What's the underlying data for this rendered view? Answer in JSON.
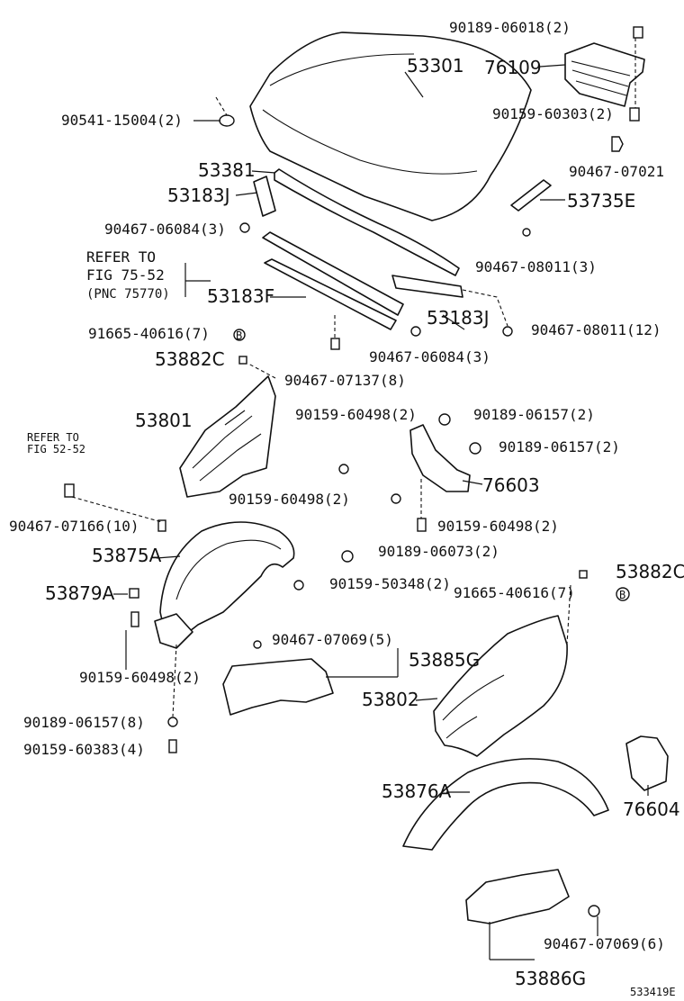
{
  "labels": {
    "p90189_06018": "90189-06018(2)",
    "p53301": "53301",
    "p76109": "76109",
    "p90541": "90541-15004(2)",
    "p90159_60303": "90159-60303(2)",
    "p90467_07021": "90467-07021",
    "p53381": "53381",
    "p53183J_top": "53183J",
    "p53735E": "53735E",
    "p90467_06084_a": "90467-06084(3)",
    "refer1_line1": "REFER TO",
    "refer1_line2": "FIG 75-52",
    "refer1_line3": "(PNC 75770)",
    "p90467_08011_3": "90467-08011(3)",
    "p53183F": "53183F",
    "p53183J_right": "53183J",
    "p91665_a": "91665-40616(7)",
    "p90467_08011_12": "90467-08011(12)",
    "p90467_06084_b": "90467-06084(3)",
    "p53882C_left": "53882C",
    "p90467_07137": "90467-07137(8)",
    "p90159_60498_a": "90159-60498(2)",
    "p90189_06157_a": "90189-06157(2)",
    "p53801": "53801",
    "refer2_line1": "REFER TO",
    "refer2_line2": "FIG 52-52",
    "p90189_06157_b": "90189-06157(2)",
    "p76603": "76603",
    "p90159_60498_b": "90159-60498(2)",
    "p90467_07166": "90467-07166(10)",
    "p90159_60498_c": "90159-60498(2)",
    "p53875A": "53875A",
    "p90189_06073": "90189-06073(2)",
    "p53882C_right": "53882C",
    "p90159_50348": "90159-50348(2)",
    "p53879A": "53879A",
    "p91665_b": "91665-40616(7)",
    "p90467_07069_5": "90467-07069(5)",
    "p53885G": "53885G",
    "p90159_60498_d": "90159-60498(2)",
    "p53802": "53802",
    "p90189_06157_c": "90189-06157(8)",
    "p90159_60383": "90159-60383(4)",
    "p53876A": "53876A",
    "p76604": "76604",
    "p90467_07069_6": "90467-07069(6)",
    "p53886G": "53886G",
    "footer_id": "533419E"
  },
  "clip_marker": "B"
}
